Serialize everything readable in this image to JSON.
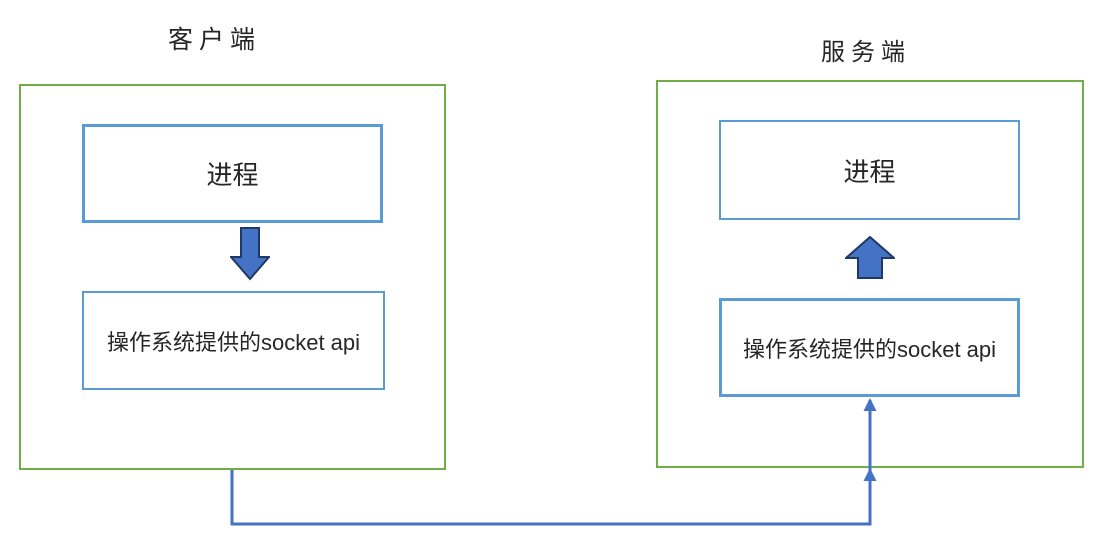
{
  "client": {
    "title": "客户端",
    "process_label": "进程",
    "socket_api_label": "操作系统提供的socket api",
    "flow_direction": "down"
  },
  "server": {
    "title": "服务端",
    "process_label": "进程",
    "socket_api_label": "操作系统提供的socket api",
    "flow_direction": "up"
  },
  "icons": {
    "down_arrow": "block-arrow-down",
    "up_arrow": "block-arrow-up",
    "connector": "elbow-connector-with-arrowheads"
  },
  "theme": {
    "container_border": "#70AD47",
    "box_border": "#5B9BD5",
    "arrow_fill": "#4472C4",
    "arrow_outline": "#1F3864",
    "connector_color": "#4472C4",
    "text_color": "#262626",
    "background": "#ffffff"
  }
}
